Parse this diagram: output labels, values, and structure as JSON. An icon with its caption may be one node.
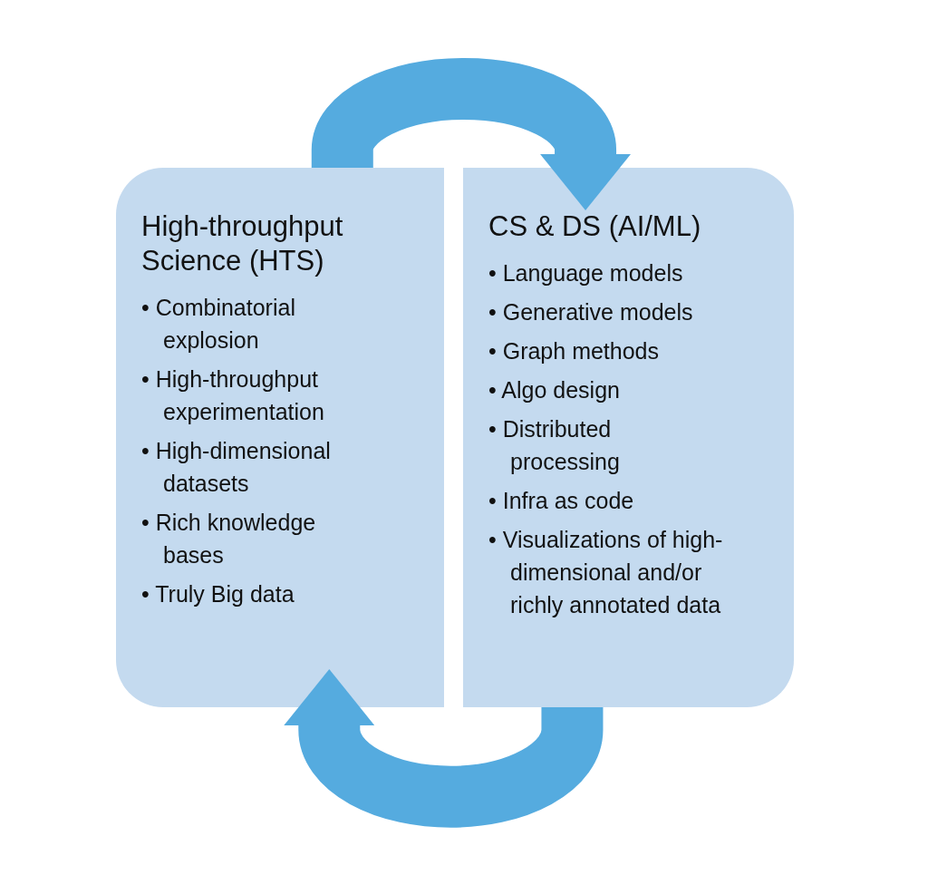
{
  "diagram": {
    "nodes": [
      {
        "text": [
          "High-throughput Science (HTS)",
          "• Combinatorial explosion",
          "• High-throughput experimentation",
          "• High-dimensional datasets",
          "• Rich knowledge bases",
          "• Truly Big data"
        ]
      },
      {
        "text": [
          "CS & DS (AI/ML)",
          "• Language models",
          "• Generative models",
          "• Graph methods",
          "• Algo design",
          "• Distributed processing",
          "• Infra as code",
          "• Visualizations of high-dimensional and/or richly annotated data"
        ]
      }
    ],
    "edges": [
      {
        "from": 0,
        "to": 1,
        "arrow": "to"
      },
      {
        "from": 1,
        "to": 0,
        "arrow": "to"
      }
    ]
  }
}
